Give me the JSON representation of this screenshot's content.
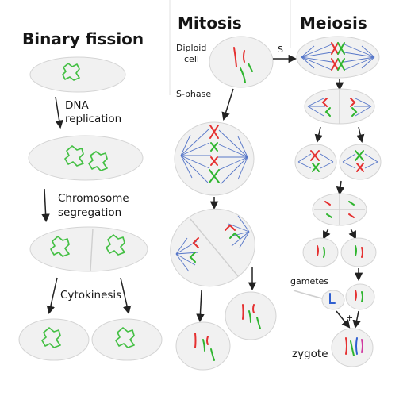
{
  "headings": {
    "binary": "Binary fission",
    "mitosis": "Mitosis",
    "meiosis": "Meiosis"
  },
  "labels": {
    "dna_replication_1": "DNA",
    "dna_replication_2": "replication",
    "chromosome_segregation_1": "Chromosome",
    "chromosome_segregation_2": "segregation",
    "cytokinesis": "Cytokinesis",
    "diploid_1": "Diploid",
    "diploid_2": "cell",
    "s_phase": "S-phase",
    "s": "S",
    "gametes": "gametes",
    "plus": "+",
    "zygote": "zygote"
  },
  "colors": {
    "chromosome_red": "#e53030",
    "chromosome_green": "#2fb52f",
    "spindle_blue": "#5676c8",
    "prokaryote_dna": "#44c044",
    "cell_fill": "#f1f1f1"
  }
}
